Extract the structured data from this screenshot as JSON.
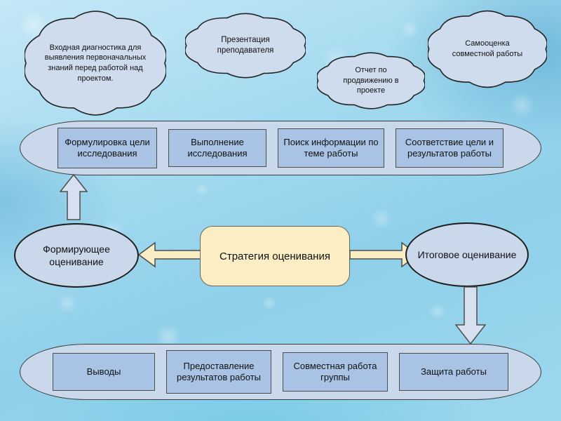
{
  "clouds": [
    {
      "text": "Входная диагностика для выявления первоначальных знаний перед работой над проектом."
    },
    {
      "text": "Презентация преподавателя"
    },
    {
      "text": "Отчет по продвижению в проекте"
    },
    {
      "text": "Самооценка совместной работы"
    }
  ],
  "top_band": {
    "items": [
      "Формулировка цели исследования",
      "Выполнение исследования",
      "Поиск информации по теме работы",
      "Соответствие цели и результатов работы"
    ]
  },
  "bottom_band": {
    "items": [
      "Выводы",
      "Предоставление результатов работы",
      "Совместная работа группы",
      "Защита работы"
    ]
  },
  "center": {
    "label": "Стратегия оценивания"
  },
  "left_oval": {
    "label": "Формирующее оценивание"
  },
  "right_oval": {
    "label": "Итоговое оценивание"
  },
  "colors": {
    "cloud_fill": "#cedcee",
    "band_fill": "#c9d8ea",
    "box_fill": "#a9c3e5",
    "center_fill": "#fbeec5",
    "arrow_yellow": "#f8edc3",
    "arrow_blue": "#d6e0f0",
    "outline_dark": "#242424",
    "outline_mid": "#4d4d4d"
  }
}
